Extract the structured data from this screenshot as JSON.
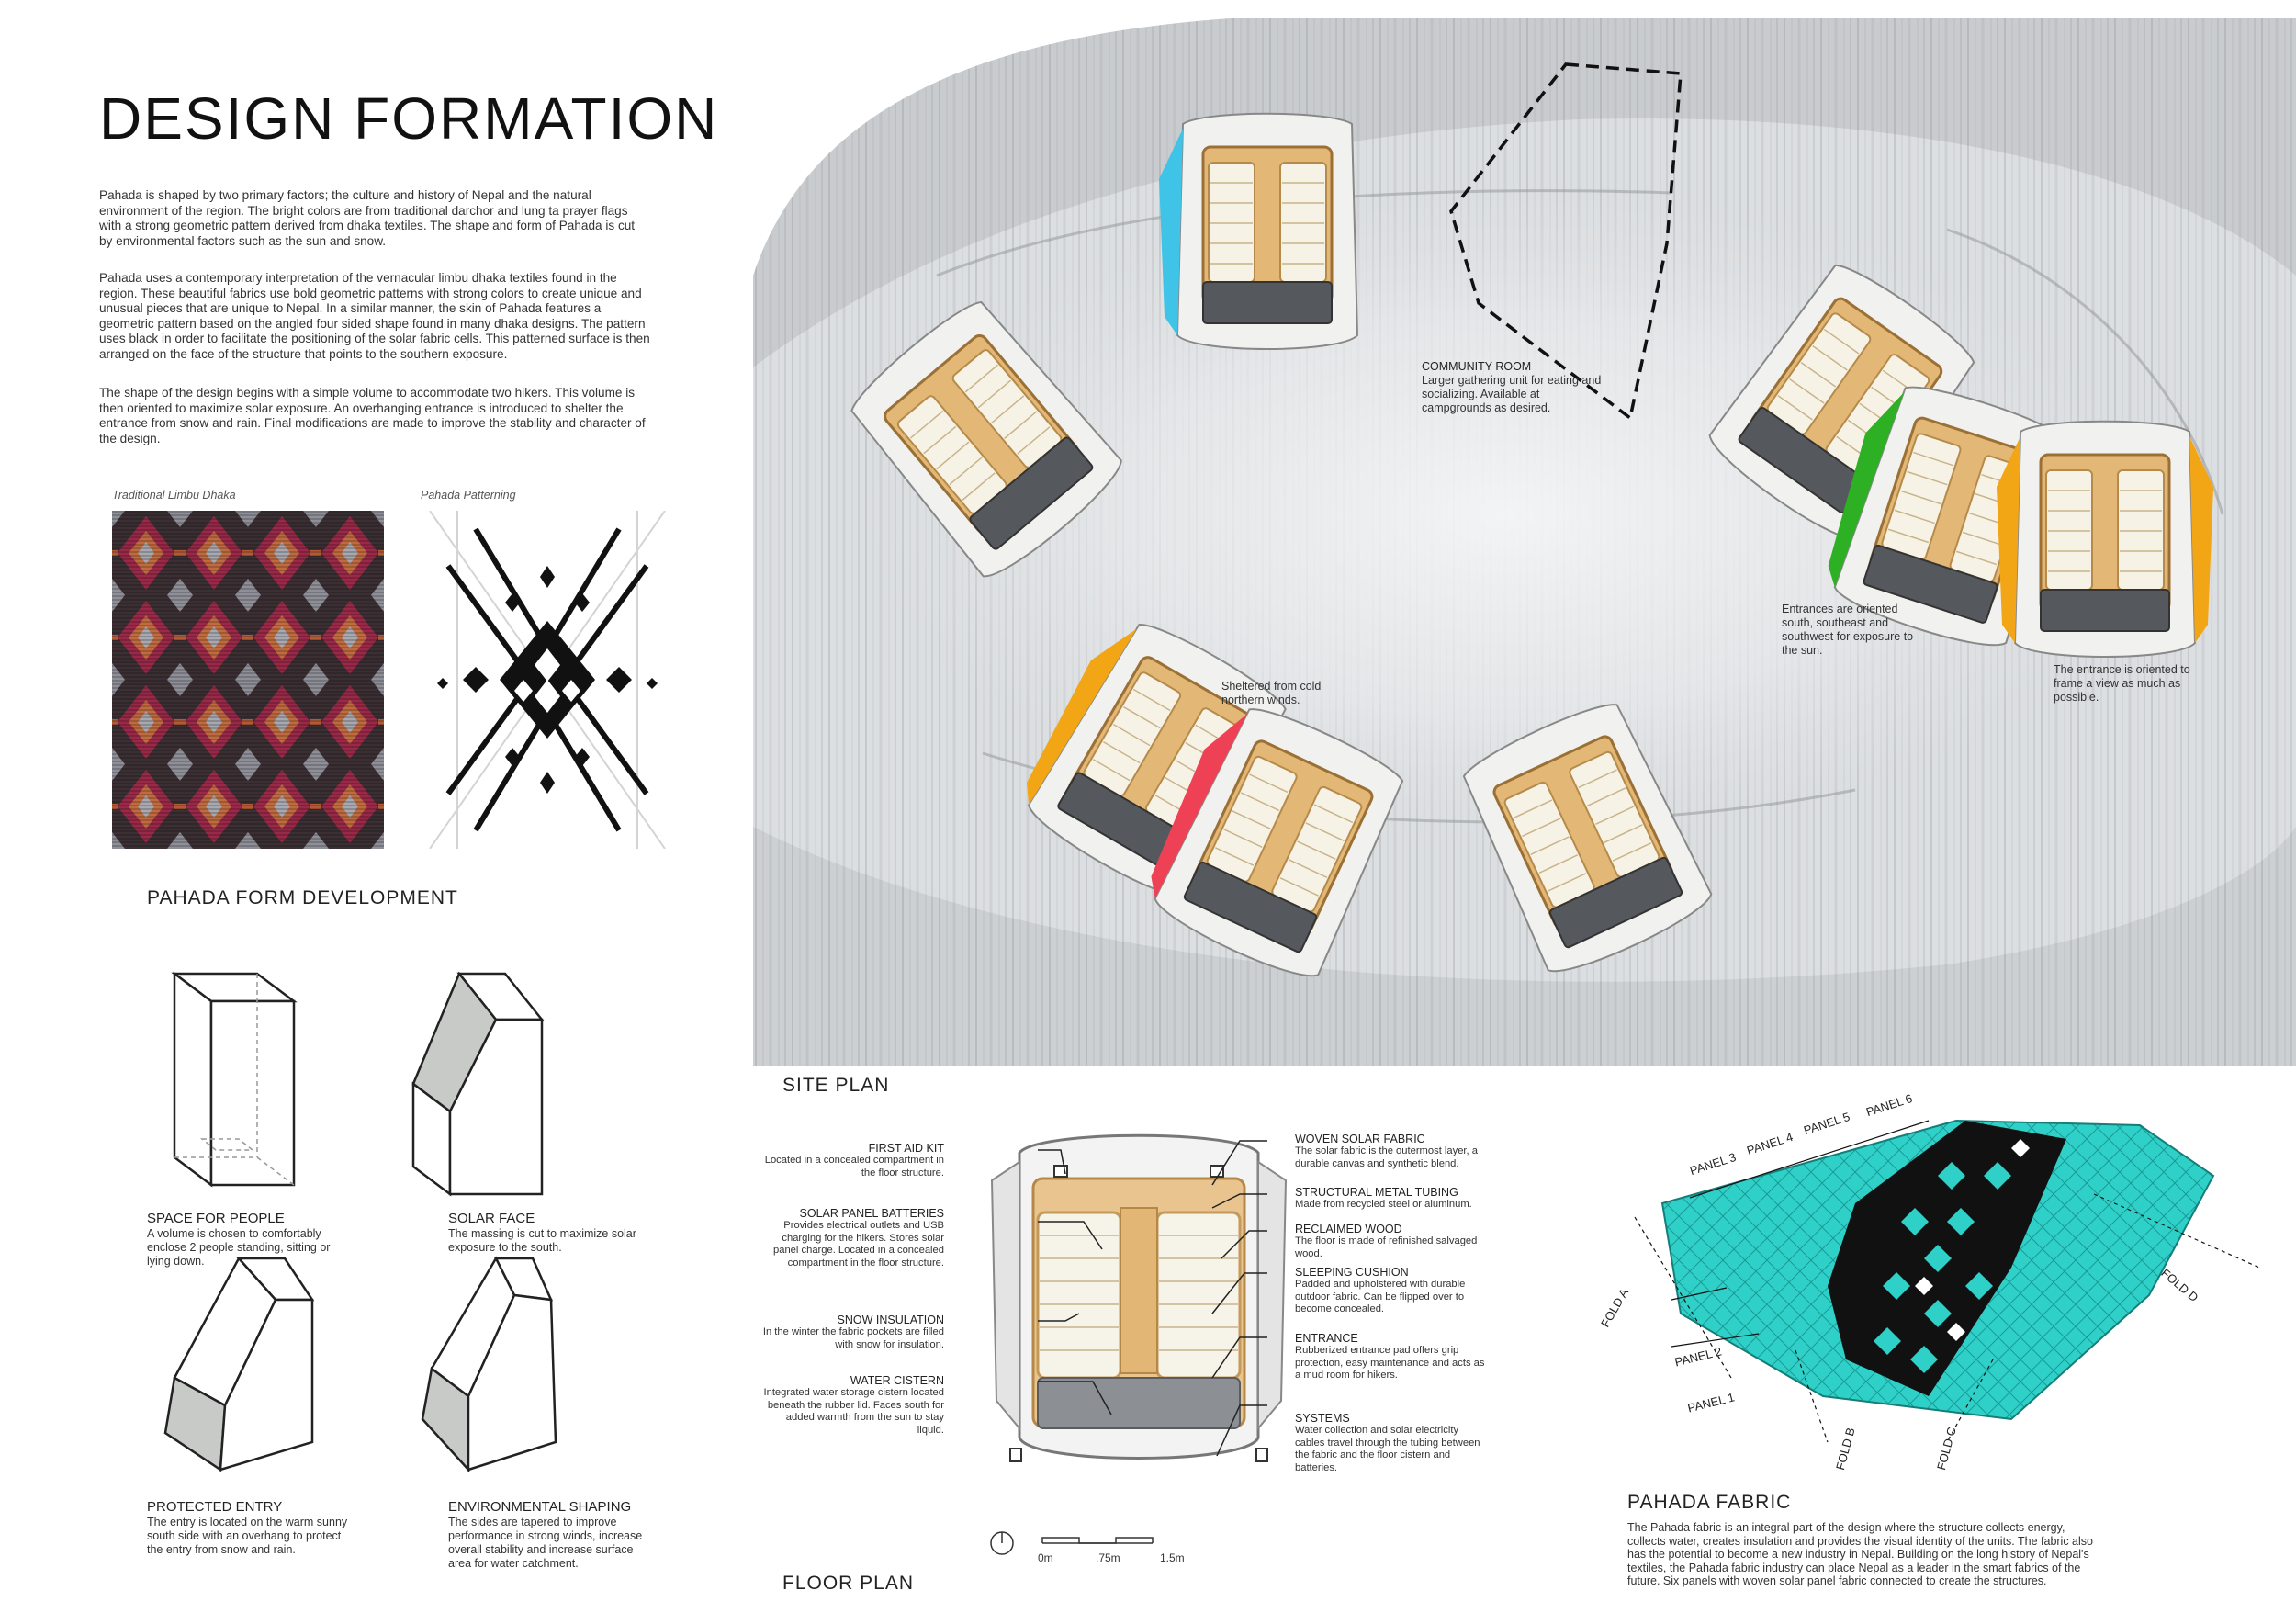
{
  "title": "DESIGN FORMATION",
  "intro": [
    "Pahada is shaped by two primary factors; the culture and history of Nepal and the natural environment of the region. The bright colors are from traditional darchor and lung ta prayer flags with a strong geometric pattern derived from dhaka textiles. The shape and form of Pahada is cut by environmental factors such as the sun and snow.",
    "Pahada uses a contemporary interpretation of the vernacular limbu dhaka textiles found in the region. These beautiful fabrics use bold geometric patterns with strong colors to create unique and unusual pieces that are unique to Nepal. In a similar manner, the skin of Pahada features a geometric pattern based on the angled four sided shape found in many dhaka designs. The pattern uses black in order to facilitate the positioning of the solar fabric cells. This patterned surface is then arranged on the face of the structure that points to the southern exposure.",
    "The shape of the design begins with a simple volume to accommodate two hikers. This volume is then oriented to maximize solar exposure. An overhanging entrance is introduced to shelter the entrance from snow and rain. Final modifications are made to improve the stability and character of the design."
  ],
  "textiles": {
    "traditional_caption": "Traditional Limbu Dhaka",
    "pahada_caption": "Pahada Patterning"
  },
  "form_development": {
    "title": "PAHADA FORM DEVELOPMENT",
    "steps": [
      {
        "title": "SPACE FOR PEOPLE",
        "desc": "A volume is chosen to comfortably enclose 2 people standing, sitting or lying down."
      },
      {
        "title": "SOLAR FACE",
        "desc": "The massing is cut to maximize solar exposure to the south."
      },
      {
        "title": "PROTECTED ENTRY",
        "desc": "The entry is located on the warm sunny south side with an overhang to protect the entry from snow and rain."
      },
      {
        "title": "ENVIRONMENTAL SHAPING",
        "desc": "The sides are tapered to improve performance in strong winds, increase overall stability and increase surface area for water catchment."
      }
    ]
  },
  "site_plan": {
    "title": "SITE PLAN",
    "community_title": "COMMUNITY ROOM",
    "community_desc": "Larger gathering unit for eating and socializing. Available at campgrounds as desired.",
    "note_sheltered": "Sheltered from cold northern winds.",
    "note_entrances": "Entrances are oriented south, southeast and southwest for exposure to the sun.",
    "note_frame": "The entrance is oriented to frame a view as much as possible.",
    "colors": {
      "cyan": "#3fc4e8",
      "orange": "#f2a515",
      "green": "#2db024",
      "red": "#ef4156",
      "white": "#f1f1ef"
    }
  },
  "floor_plan": {
    "title": "FLOOR PLAN",
    "left_labels": [
      {
        "title": "FIRST AID KIT",
        "desc": "Located in a concealed compartment in the floor structure."
      },
      {
        "title": "SOLAR PANEL BATTERIES",
        "desc": "Provides electrical outlets and USB charging for the hikers. Stores solar panel charge. Located in a concealed compartment in the floor structure."
      },
      {
        "title": "SNOW INSULATION",
        "desc": "In the winter the fabric pockets are filled with snow for insulation."
      },
      {
        "title": "WATER CISTERN",
        "desc": "Integrated water storage cistern located beneath the rubber lid. Faces south for added warmth from the sun to stay liquid."
      }
    ],
    "right_labels": [
      {
        "title": "WOVEN SOLAR FABRIC",
        "desc": "The solar fabric is the outermost layer, a durable canvas and synthetic blend."
      },
      {
        "title": "STRUCTURAL METAL TUBING",
        "desc": "Made from recycled steel or aluminum."
      },
      {
        "title": "RECLAIMED WOOD",
        "desc": "The floor is made of refinished salvaged wood."
      },
      {
        "title": "SLEEPING CUSHION",
        "desc": "Padded and upholstered with durable outdoor fabric. Can be flipped over to become concealed."
      },
      {
        "title": "ENTRANCE",
        "desc": "Rubberized entrance pad offers grip protection, easy maintenance and acts as a mud room for hikers."
      },
      {
        "title": "SYSTEMS",
        "desc": "Water collection and solar electricity cables travel through the tubing between the fabric and the floor cistern and batteries."
      }
    ],
    "scale": [
      "0m",
      ".75m",
      "1.5m"
    ]
  },
  "fabric": {
    "title": "PAHADA FABRIC",
    "desc": "The Pahada fabric is an integral part of the design where the structure collects energy, collects water, creates insulation and provides the visual identity of the units. The fabric also has the potential to become a new industry in Nepal. Building on the long history of Nepal's textiles, the Pahada fabric industry can place Nepal as a leader in the smart fabrics of the future. Six panels with woven solar panel fabric connected to create the structures.",
    "panels": [
      "PANEL 1",
      "PANEL 2",
      "PANEL 3",
      "PANEL 4",
      "PANEL 5",
      "PANEL 6"
    ],
    "folds": [
      "FOLD A",
      "FOLD B",
      "FOLD C",
      "FOLD D"
    ],
    "color": "#2fd0c8"
  }
}
